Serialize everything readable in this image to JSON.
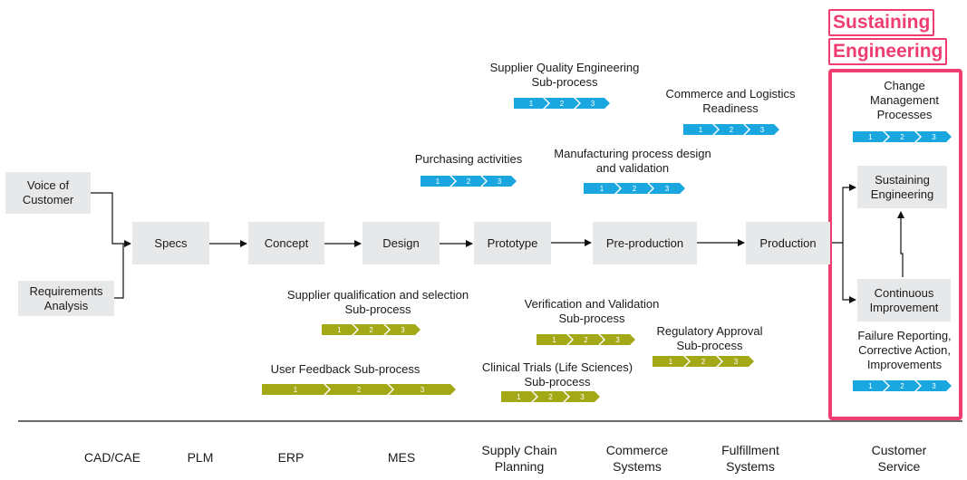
{
  "colors": {
    "box": "#e6e8e9",
    "chevron_blue": "#1aa7e0",
    "chevron_olive": "#a3a817",
    "highlight": "#ef3d71"
  },
  "highlight_title": {
    "line1": "Sustaining",
    "line2": "Engineering"
  },
  "inputs": {
    "voice_of_customer": {
      "line1": "Voice of",
      "line2": "Customer"
    },
    "requirements_analysis": {
      "line1": "Requirements",
      "line2": "Analysis"
    }
  },
  "stages": {
    "specs": "Specs",
    "concept": "Concept",
    "design": "Design",
    "prototype": "Prototype",
    "preproduction": "Pre-production",
    "production": "Production"
  },
  "sustaining_boxes": {
    "sustaining_engineering": {
      "line1": "Sustaining",
      "line2": "Engineering"
    },
    "continuous_improvement": {
      "line1": "Continuous",
      "line2": "Improvement"
    }
  },
  "subprocesses": {
    "supplier_quality": {
      "line1": "Supplier Quality Engineering",
      "line2": "Sub-process",
      "steps": [
        "1",
        "2",
        "3"
      ]
    },
    "commerce_logistics": {
      "line1": "Commerce and Logistics",
      "line2": "Readiness",
      "steps": [
        "1",
        "2",
        "3"
      ]
    },
    "change_management": {
      "line1": "Change",
      "line2": "Management",
      "line3": "Processes",
      "steps": [
        "1",
        "2",
        "3"
      ]
    },
    "purchasing": {
      "line1": "Purchasing activities",
      "steps": [
        "1",
        "2",
        "3"
      ]
    },
    "manufacturing": {
      "line1": "Manufacturing process design",
      "line2": "and validation",
      "steps": [
        "1",
        "2",
        "3"
      ]
    },
    "supplier_qualification": {
      "line1": "Supplier qualification and selection",
      "line2": "Sub-process",
      "steps": [
        "1",
        "2",
        "3"
      ]
    },
    "verification_validation": {
      "line1": "Verification and Validation",
      "line2": "Sub-process",
      "steps": [
        "1",
        "2",
        "3"
      ]
    },
    "regulatory_approval": {
      "line1": "Regulatory Approval",
      "line2": "Sub-process",
      "steps": [
        "1",
        "2",
        "3"
      ]
    },
    "user_feedback": {
      "line1": "User Feedback Sub-process",
      "steps": [
        "1",
        "2",
        "3"
      ]
    },
    "clinical_trials": {
      "line1": "Clinical Trials (Life Sciences)",
      "line2": "Sub-process",
      "steps": [
        "1",
        "2",
        "3"
      ]
    },
    "failure_reporting": {
      "line1": "Failure Reporting,",
      "line2": "Corrective Action,",
      "line3": "Improvements",
      "steps": [
        "1",
        "2",
        "3"
      ]
    }
  },
  "systems": {
    "cad_cae": "CAD/CAE",
    "plm": "PLM",
    "erp": "ERP",
    "mes": "MES",
    "scp": {
      "line1": "Supply Chain",
      "line2": "Planning"
    },
    "commerce": {
      "line1": "Commerce",
      "line2": "Systems"
    },
    "fulfillment": {
      "line1": "Fulfillment",
      "line2": "Systems"
    },
    "customer_service": {
      "line1": "Customer",
      "line2": "Service"
    }
  }
}
